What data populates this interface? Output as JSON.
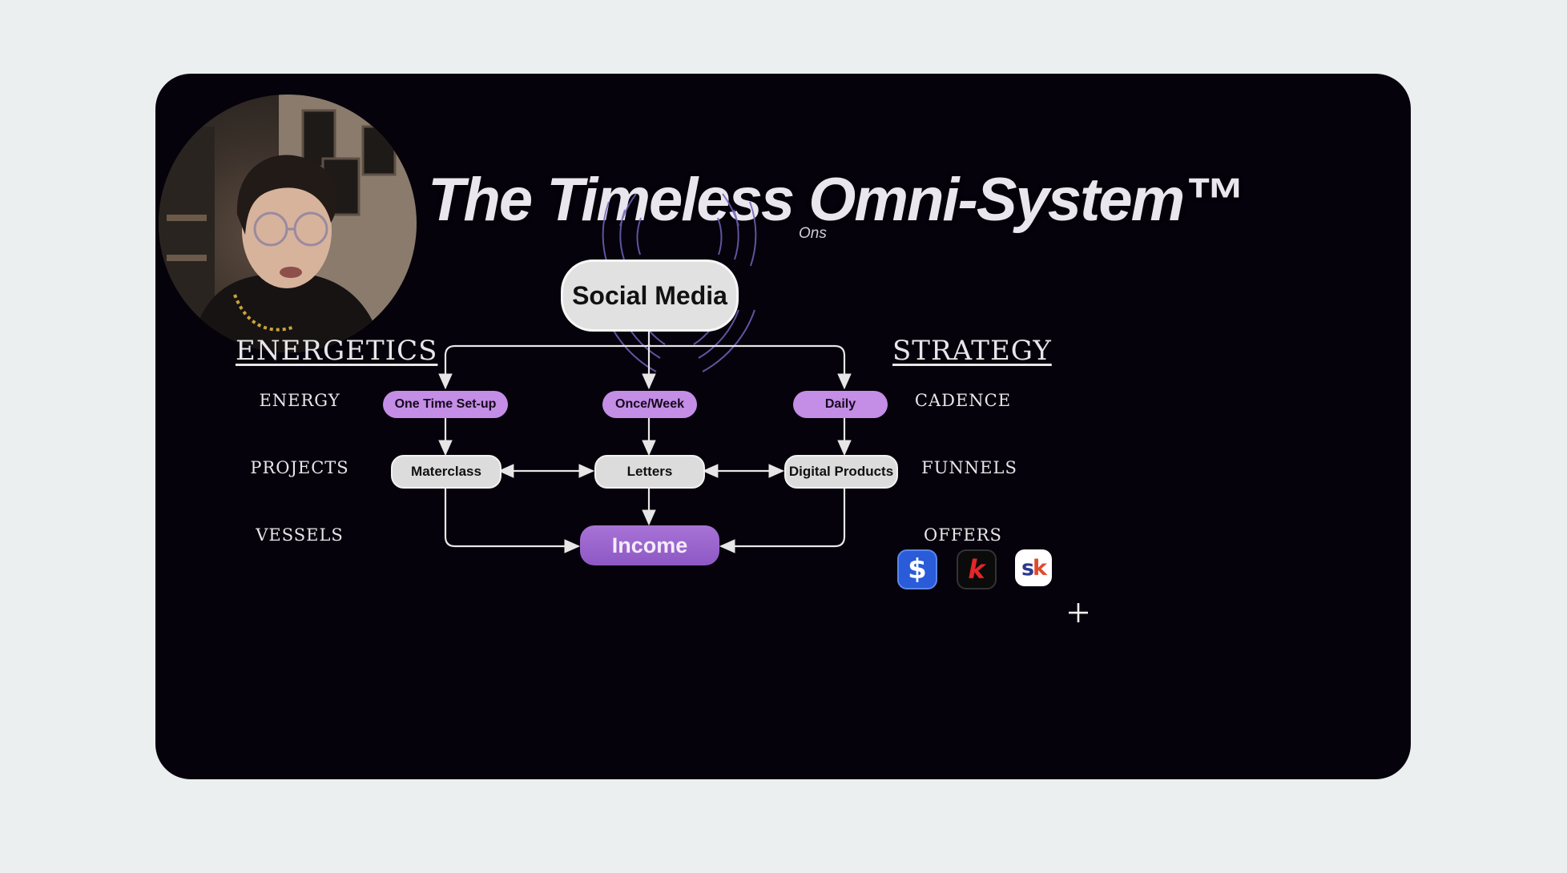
{
  "slide": {
    "title": "The Timeless Omni-System™",
    "caption": "Ons"
  },
  "webcam": {
    "label": "presenter-webcam"
  },
  "diagram": {
    "hub": "Social Media",
    "cadence": [
      "One Time Set-up",
      "Once/Week",
      "Daily"
    ],
    "projects": [
      "Materclass",
      "Letters",
      "Digital Products"
    ],
    "outcome": "Income"
  },
  "left_column": {
    "heading": "ENERGETICS",
    "rows": [
      "ENERGY",
      "PROJECTS",
      "VESSELS"
    ]
  },
  "right_column": {
    "heading": "STRATEGY",
    "rows": [
      "CADENCE",
      "FUNNELS",
      "OFFERS"
    ]
  },
  "offer_logos": [
    {
      "name": "cash-app-icon",
      "glyph": "$"
    },
    {
      "name": "kajabi-icon",
      "glyph": "k"
    },
    {
      "name": "stan-store-icon",
      "glyph": "sk"
    }
  ],
  "colors": {
    "page_bg": "#eceff0",
    "slide_bg": "#05020b",
    "accent_purple": "#c48de6",
    "income_purple": "#9a63cc",
    "node_grey": "#dcdcdc"
  }
}
